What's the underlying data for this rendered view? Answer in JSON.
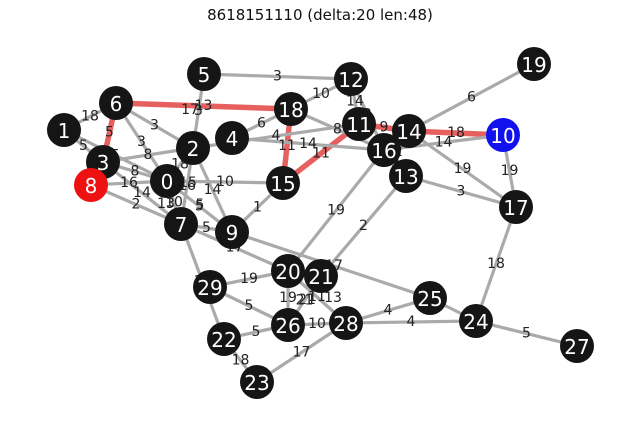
{
  "title": "8618151110 (delta:20 len:48)",
  "colors": {
    "default_node": "#151515",
    "source_node": "#ee1111",
    "target_node": "#1111ee",
    "edge": "#aaaaaa",
    "path_edge": "#e34444"
  },
  "nodes": [
    {
      "id": "0",
      "role": "default"
    },
    {
      "id": "1",
      "role": "default"
    },
    {
      "id": "2",
      "role": "default"
    },
    {
      "id": "3",
      "role": "default"
    },
    {
      "id": "4",
      "role": "default"
    },
    {
      "id": "5",
      "role": "default"
    },
    {
      "id": "6",
      "role": "default"
    },
    {
      "id": "7",
      "role": "default"
    },
    {
      "id": "8",
      "role": "source"
    },
    {
      "id": "9",
      "role": "default"
    },
    {
      "id": "10",
      "role": "target"
    },
    {
      "id": "11",
      "role": "default"
    },
    {
      "id": "12",
      "role": "default"
    },
    {
      "id": "13",
      "role": "default"
    },
    {
      "id": "14",
      "role": "default"
    },
    {
      "id": "15",
      "role": "default"
    },
    {
      "id": "16",
      "role": "default"
    },
    {
      "id": "17",
      "role": "default"
    },
    {
      "id": "18",
      "role": "default"
    },
    {
      "id": "19",
      "role": "default"
    },
    {
      "id": "20",
      "role": "default"
    },
    {
      "id": "21",
      "role": "default"
    },
    {
      "id": "22",
      "role": "default"
    },
    {
      "id": "23",
      "role": "default"
    },
    {
      "id": "24",
      "role": "default"
    },
    {
      "id": "25",
      "role": "default"
    },
    {
      "id": "26",
      "role": "default"
    },
    {
      "id": "27",
      "role": "default"
    },
    {
      "id": "28",
      "role": "default"
    },
    {
      "id": "29",
      "role": "default"
    }
  ],
  "edges": [
    {
      "a": "8",
      "b": "3",
      "w": "11",
      "path": true
    },
    {
      "a": "3",
      "b": "6",
      "w": "5",
      "path": true
    },
    {
      "a": "6",
      "b": "18",
      "w": "13",
      "path": true
    },
    {
      "a": "18",
      "b": "15",
      "w": "11",
      "path": true
    },
    {
      "a": "15",
      "b": "11",
      "w": "11",
      "path": true
    },
    {
      "a": "11",
      "b": "14",
      "w": "9",
      "path": true
    },
    {
      "a": "14",
      "b": "10",
      "w": "18",
      "path": true
    },
    {
      "a": "5",
      "b": "12",
      "w": "3",
      "path": false
    },
    {
      "a": "5",
      "b": "2",
      "w": "3",
      "path": false
    },
    {
      "a": "18",
      "b": "12",
      "w": "10",
      "path": false
    },
    {
      "a": "12",
      "b": "11",
      "w": "14",
      "path": false
    },
    {
      "a": "12",
      "b": "16",
      "w": "2",
      "path": false
    },
    {
      "a": "19",
      "b": "14",
      "w": "6",
      "path": false
    },
    {
      "a": "10",
      "b": "17",
      "w": "19",
      "path": false
    },
    {
      "a": "14",
      "b": "17",
      "w": "19",
      "path": false
    },
    {
      "a": "16",
      "b": "10",
      "w": "14",
      "path": false
    },
    {
      "a": "13",
      "b": "17",
      "w": "3",
      "path": false
    },
    {
      "a": "16",
      "b": "13",
      "w": "9",
      "path": false
    },
    {
      "a": "18",
      "b": "4",
      "w": "6",
      "path": false
    },
    {
      "a": "4",
      "b": "16",
      "w": "14",
      "path": false
    },
    {
      "a": "2",
      "b": "11",
      "w": "4",
      "path": false
    },
    {
      "a": "18",
      "b": "16",
      "w": "8",
      "path": false
    },
    {
      "a": "1",
      "b": "6",
      "w": "18",
      "path": false
    },
    {
      "a": "1",
      "b": "3",
      "w": "5",
      "path": false
    },
    {
      "a": "1",
      "b": "0",
      "w": "5",
      "path": false
    },
    {
      "a": "6",
      "b": "2",
      "w": "3",
      "path": false
    },
    {
      "a": "6",
      "b": "0",
      "w": "3",
      "path": false
    },
    {
      "a": "3",
      "b": "2",
      "w": "8",
      "path": false
    },
    {
      "a": "3",
      "b": "0",
      "w": "8",
      "path": false
    },
    {
      "a": "8",
      "b": "0",
      "w": "16",
      "path": false
    },
    {
      "a": "8",
      "b": "7",
      "w": "2",
      "path": false
    },
    {
      "a": "3",
      "b": "7",
      "w": "14",
      "path": false
    },
    {
      "a": "0",
      "b": "2",
      "w": "18",
      "path": false
    },
    {
      "a": "0",
      "b": "15",
      "w": "10",
      "path": false
    },
    {
      "a": "0",
      "b": "9",
      "w": "5",
      "path": false
    },
    {
      "a": "0",
      "b": "7",
      "w": "10",
      "path": false
    },
    {
      "a": "2",
      "b": "7",
      "w": "16",
      "path": false
    },
    {
      "a": "2",
      "b": "9",
      "w": "14",
      "path": false
    },
    {
      "a": "7",
      "b": "9",
      "w": "5",
      "path": false
    },
    {
      "a": "7",
      "b": "20",
      "w": "17",
      "path": false
    },
    {
      "a": "7",
      "b": "22",
      "w": "11",
      "path": false
    },
    {
      "a": "9",
      "b": "15",
      "w": "1",
      "path": false
    },
    {
      "a": "9",
      "b": "25",
      "w": "",
      "path": false
    },
    {
      "a": "29",
      "b": "20",
      "w": "19",
      "path": false
    },
    {
      "a": "29",
      "b": "26",
      "w": "5",
      "path": false
    },
    {
      "a": "22",
      "b": "26",
      "w": "5",
      "path": false
    },
    {
      "a": "22",
      "b": "23",
      "w": "18",
      "path": false
    },
    {
      "a": "23",
      "b": "28",
      "w": "17",
      "path": false
    },
    {
      "a": "20",
      "b": "26",
      "w": "19",
      "path": false
    },
    {
      "a": "20",
      "b": "28",
      "w": "11",
      "path": false
    },
    {
      "a": "21",
      "b": "26",
      "w": "21",
      "path": false
    },
    {
      "a": "21",
      "b": "13",
      "w": "2",
      "path": false
    },
    {
      "a": "20",
      "b": "16",
      "w": "19",
      "path": false
    },
    {
      "a": "26",
      "b": "28",
      "w": "10",
      "path": false
    },
    {
      "a": "28",
      "b": "25",
      "w": "4",
      "path": false
    },
    {
      "a": "28",
      "b": "24",
      "w": "4",
      "path": false
    },
    {
      "a": "25",
      "b": "24",
      "w": "",
      "path": false
    },
    {
      "a": "24",
      "b": "17",
      "w": "18",
      "path": false
    },
    {
      "a": "24",
      "b": "27",
      "w": "5",
      "path": false
    }
  ],
  "extra_labels": [
    "17",
    "1",
    "12",
    "15",
    "13",
    "6",
    "3",
    "5",
    "17",
    "21",
    "13"
  ]
}
